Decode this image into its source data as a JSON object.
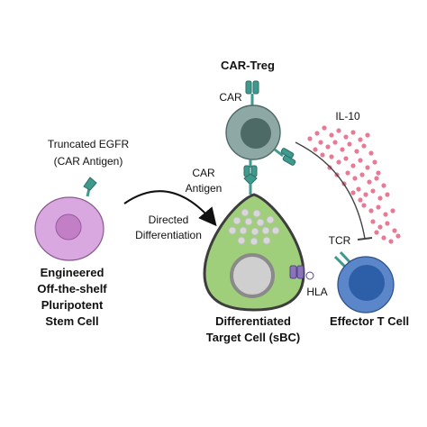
{
  "labels": {
    "truncated_egfr_line1": "Truncated EGFR",
    "truncated_egfr_line2": "(CAR Antigen)",
    "stem_cell_line1": "Engineered",
    "stem_cell_line2": "Off-the-shelf",
    "stem_cell_line3": "Pluripotent",
    "stem_cell_line4": "Stem Cell",
    "directed_line1": "Directed",
    "directed_line2": "Differentiation",
    "car_treg": "CAR-Treg",
    "car": "CAR",
    "car_antigen_line1": "CAR",
    "car_antigen_line2": "Antigen",
    "il10": "IL-10",
    "tcr": "TCR",
    "hla": "HLA",
    "target_line1": "Differentiated",
    "target_line2": "Target Cell (sBC)",
    "effector": "Effector T Cell"
  },
  "colors": {
    "stem_cell": "#d9a8e0",
    "stem_nucleus": "#c27fc6",
    "treg": "#8ea9a5",
    "treg_nucleus": "#4d6a67",
    "receptor": "#3f9a8e",
    "target_cell": "#9fcf7a",
    "target_outline": "#3d3d3d",
    "granule": "#d8d8d8",
    "il10_dot": "#e77a94",
    "effector": "#5b86c9",
    "effector_nucleus": "#2d5ea8",
    "hla": "#8a74b8"
  }
}
